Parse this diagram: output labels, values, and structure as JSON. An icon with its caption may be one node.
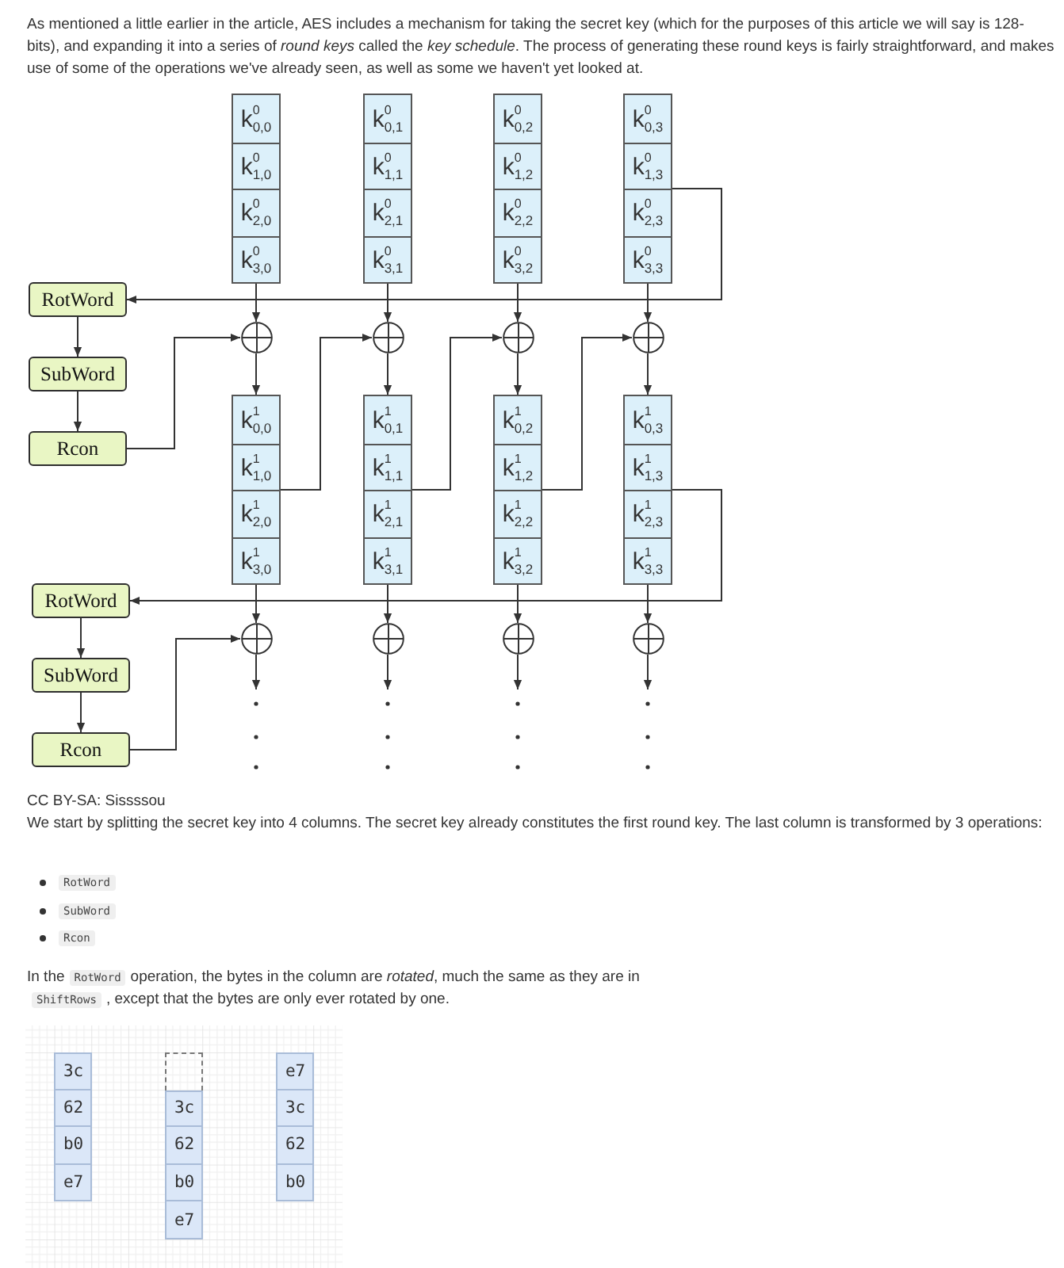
{
  "diagram": {
    "nodes": [
      {
        "text": [],
        "shape": "box"
      },
      {
        "text": [
          "k$^{0}$$_{0,0}$"
        ],
        "in": 0
      },
      {
        "text": [
          "k$^{0}$$_{1,0}$"
        ],
        "in": 0
      },
      {
        "text": [
          "k$^{0}$$_{2,0}$"
        ],
        "in": 0
      },
      {
        "text": [
          "k$^{0}$$_{3,0}$"
        ],
        "in": 0
      },
      {
        "text": [],
        "shape": "box"
      },
      {
        "text": [
          "k$^{0}$$_{0,1}$"
        ],
        "in": 5
      },
      {
        "text": [
          "k$^{0}$$_{1,1}$"
        ],
        "in": 5
      },
      {
        "text": [
          "k$^{0}$$_{2,1}$"
        ],
        "in": 5
      },
      {
        "text": [
          "k$^{0}$$_{3,1}$"
        ],
        "in": 5
      },
      {
        "text": [],
        "shape": "box"
      },
      {
        "text": [
          "k$^{0}$$_{0,2}$"
        ],
        "in": 10
      },
      {
        "text": [
          "k$^{0}$$_{1,2}$"
        ],
        "in": 10
      },
      {
        "text": [
          "k$^{0}$$_{2,2}$"
        ],
        "in": 10
      },
      {
        "text": [
          "k$^{0}$$_{3,2}$"
        ],
        "in": 10
      },
      {
        "text": [],
        "shape": "box"
      },
      {
        "text": [
          "k$^{0}$$_{0,3}$"
        ],
        "in": 15
      },
      {
        "text": [
          "k$^{0}$$_{1,3}$"
        ],
        "in": 15
      },
      {
        "text": [
          "k$^{0}$$_{2,3}$"
        ],
        "in": 15
      },
      {
        "text": [
          "k$^{0}$$_{3,3}$"
        ],
        "in": 15
      },
      {
        "text": [
          "RotWord"
        ]
      },
      {
        "text": [],
        "shape": "circle"
      },
      {
        "text": [],
        "shape": "circle"
      },
      {
        "text": [],
        "shape": "circle"
      },
      {
        "text": [],
        "shape": "circle"
      },
      {
        "text": [
          "SubWord"
        ]
      },
      {
        "text": [
          "Rcon"
        ]
      },
      {
        "text": [],
        "shape": "box"
      },
      {
        "text": [
          "k$^{1}$$_{0,0}$"
        ],
        "in": 27
      },
      {
        "text": [
          "k$^{1}$$_{1,0}$"
        ],
        "in": 27
      },
      {
        "text": [
          "k$^{1}$$_{2,0}$"
        ],
        "in": 27
      },
      {
        "text": [
          "k$^{1}$$_{3,0}$"
        ],
        "in": 27
      },
      {
        "text": [],
        "shape": "box"
      },
      {
        "text": [
          "k$^{1}$$_{0,1}$"
        ],
        "in": 32
      },
      {
        "text": [
          "k$^{1}$$_{1,1}$"
        ],
        "in": 32
      },
      {
        "text": [
          "k$^{1}$$_{2,1}$"
        ],
        "in": 32
      },
      {
        "text": [
          "k$^{1}$$_{3,1}$"
        ],
        "in": 32
      },
      {
        "text": [],
        "shape": "box"
      },
      {
        "text": [
          "k$^{1}$$_{0,2}$"
        ],
        "in": 37
      },
      {
        "text": [
          "k$^{1}$$_{1,2}$"
        ],
        "in": 37
      },
      {
        "text": [
          "k$^{1}$$_{2,2}$"
        ],
        "in": 37
      },
      {
        "text": [
          "k$^{1}$$_{3,2}$"
        ],
        "in": 37
      },
      {
        "text": [],
        "shape": "box"
      },
      {
        "text": [
          "k$^{1}$$_{0,3}$"
        ],
        "in": 42
      },
      {
        "text": [
          "k$^{1}$$_{1,3}$"
        ],
        "in": 42
      },
      {
        "text": [
          "k$^{1}$$_{2,3}$"
        ],
        "in": 42
      },
      {
        "text": [
          "k$^{1}$$_{3,3}$"
        ],
        "in": 42
      },
      {
        "text": [
          "RotWord"
        ]
      },
      {
        "text": [],
        "shape": "circle"
      },
      {
        "text": [],
        "shape": "circle"
      },
      {
        "text": [],
        "shape": "circle"
      },
      {
        "text": [],
        "shape": "circle"
      },
      {
        "text": [
          "SubWord"
        ]
      },
      {
        "text": [
          "Rcon"
        ]
      },
      {
        "text": [
          "3c"
        ]
      },
      {
        "text": [
          "62"
        ]
      },
      {
        "text": [
          "b0"
        ]
      },
      {
        "text": [
          "e7"
        ]
      },
      {
        "text": [],
        "shape": "box"
      },
      {
        "text": [
          "3c"
        ]
      },
      {
        "text": [
          "62"
        ]
      },
      {
        "text": [
          "b0"
        ]
      },
      {
        "text": [
          "e7"
        ]
      },
      {
        "text": [
          "e7"
        ]
      },
      {
        "text": [
          "3c"
        ]
      },
      {
        "text": [
          "62"
        ]
      },
      {
        "text": [
          "b0"
        ]
      }
    ],
    "edges": [
      {
        "from": 0,
        "to": 21,
        "arrow": "to"
      },
      {
        "from": 5,
        "to": 22,
        "arrow": "to"
      },
      {
        "from": 10,
        "to": 23,
        "arrow": "to"
      },
      {
        "from": 15,
        "to": 24,
        "arrow": "to"
      },
      {
        "from": 15,
        "to": 20,
        "arrow": "to"
      },
      {
        "from": 20,
        "to": 25,
        "arrow": "to"
      },
      {
        "from": 25,
        "to": 26,
        "arrow": "to"
      },
      {
        "from": 26,
        "to": 21,
        "arrow": "to"
      },
      {
        "from": 21,
        "to": 27,
        "arrow": "to"
      },
      {
        "from": 22,
        "to": 32,
        "arrow": "to"
      },
      {
        "from": 23,
        "to": 37,
        "arrow": "to"
      },
      {
        "from": 24,
        "to": 42,
        "arrow": "to"
      },
      {
        "from": 27,
        "to": 22,
        "arrow": "to"
      },
      {
        "from": 32,
        "to": 23,
        "arrow": "to"
      },
      {
        "from": 37,
        "to": 24,
        "arrow": "to"
      },
      {
        "from": 27,
        "to": 48,
        "arrow": "to"
      },
      {
        "from": 32,
        "to": 49,
        "arrow": "to"
      },
      {
        "from": 37,
        "to": 50,
        "arrow": "to"
      },
      {
        "from": 42,
        "to": 51,
        "arrow": "to"
      },
      {
        "from": 42,
        "to": 47,
        "arrow": "to"
      },
      {
        "from": 47,
        "to": 52,
        "arrow": "to"
      },
      {
        "from": 52,
        "to": 53,
        "arrow": "to"
      },
      {
        "from": 53,
        "to": 48,
        "arrow": "to"
      },
      {
        "from": 48,
        "to": null,
        "arrow": "to"
      },
      {
        "from": 49,
        "to": null,
        "arrow": "to"
      },
      {
        "from": 50,
        "to": null,
        "arrow": "to"
      },
      {
        "from": 51,
        "to": null,
        "arrow": "to"
      }
    ],
    "labels": [
      "As mentioned a little earlier in the article, AES includes a mechanism for taking the secret key (which for the purposes of this article we will say is 128-bits), and expanding it into a series of *round keys* called the *key schedule*. The process of generating these round keys is fairly straightforward, and makes use of some of the operations we've already seen, as well as some we haven't yet looked at.",
      "CC BY-SA: Sissssou",
      "We start by splitting the secret key into 4 columns. The secret key already constitutes the first round key. The last column is transformed by 3 operations:",
      "RotWord",
      "SubWord",
      "Rcon",
      "In the",
      "RotWord",
      "operation, the bytes in the column are *rotated*, much the same as they are in",
      "ShiftRows",
      ", except that the bytes are only ever rotated by one."
    ]
  }
}
